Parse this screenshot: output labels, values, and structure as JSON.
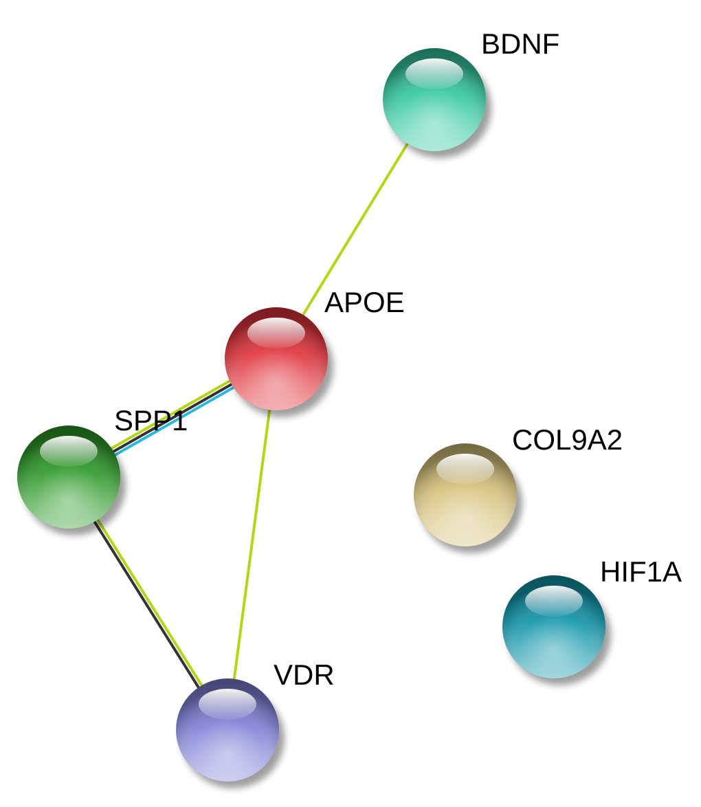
{
  "network": {
    "nodes": [
      {
        "id": "BDNF",
        "label": "BDNF",
        "color": "#35c9a0"
      },
      {
        "id": "APOE",
        "label": "APOE",
        "color": "#e0343c"
      },
      {
        "id": "SPP1",
        "label": "SPP1",
        "color": "#2f9a2a"
      },
      {
        "id": "COL9A2",
        "label": "COL9A2",
        "color": "#d7c27c"
      },
      {
        "id": "HIF1A",
        "label": "HIF1A",
        "color": "#1296aa"
      },
      {
        "id": "VDR",
        "label": "VDR",
        "color": "#7f80d6"
      }
    ],
    "edges": [
      {
        "source": "APOE",
        "target": "BDNF",
        "evidence": [
          "textmining"
        ]
      },
      {
        "source": "SPP1",
        "target": "APOE",
        "evidence": [
          "textmining",
          "coexpression",
          "database"
        ]
      },
      {
        "source": "APOE",
        "target": "VDR",
        "evidence": [
          "textmining"
        ]
      },
      {
        "source": "SPP1",
        "target": "VDR",
        "evidence": [
          "textmining",
          "coexpression"
        ]
      }
    ],
    "evidence_colors": {
      "textmining": "#b7d416",
      "coexpression": "#333333",
      "database": "#2ab7dc"
    }
  }
}
